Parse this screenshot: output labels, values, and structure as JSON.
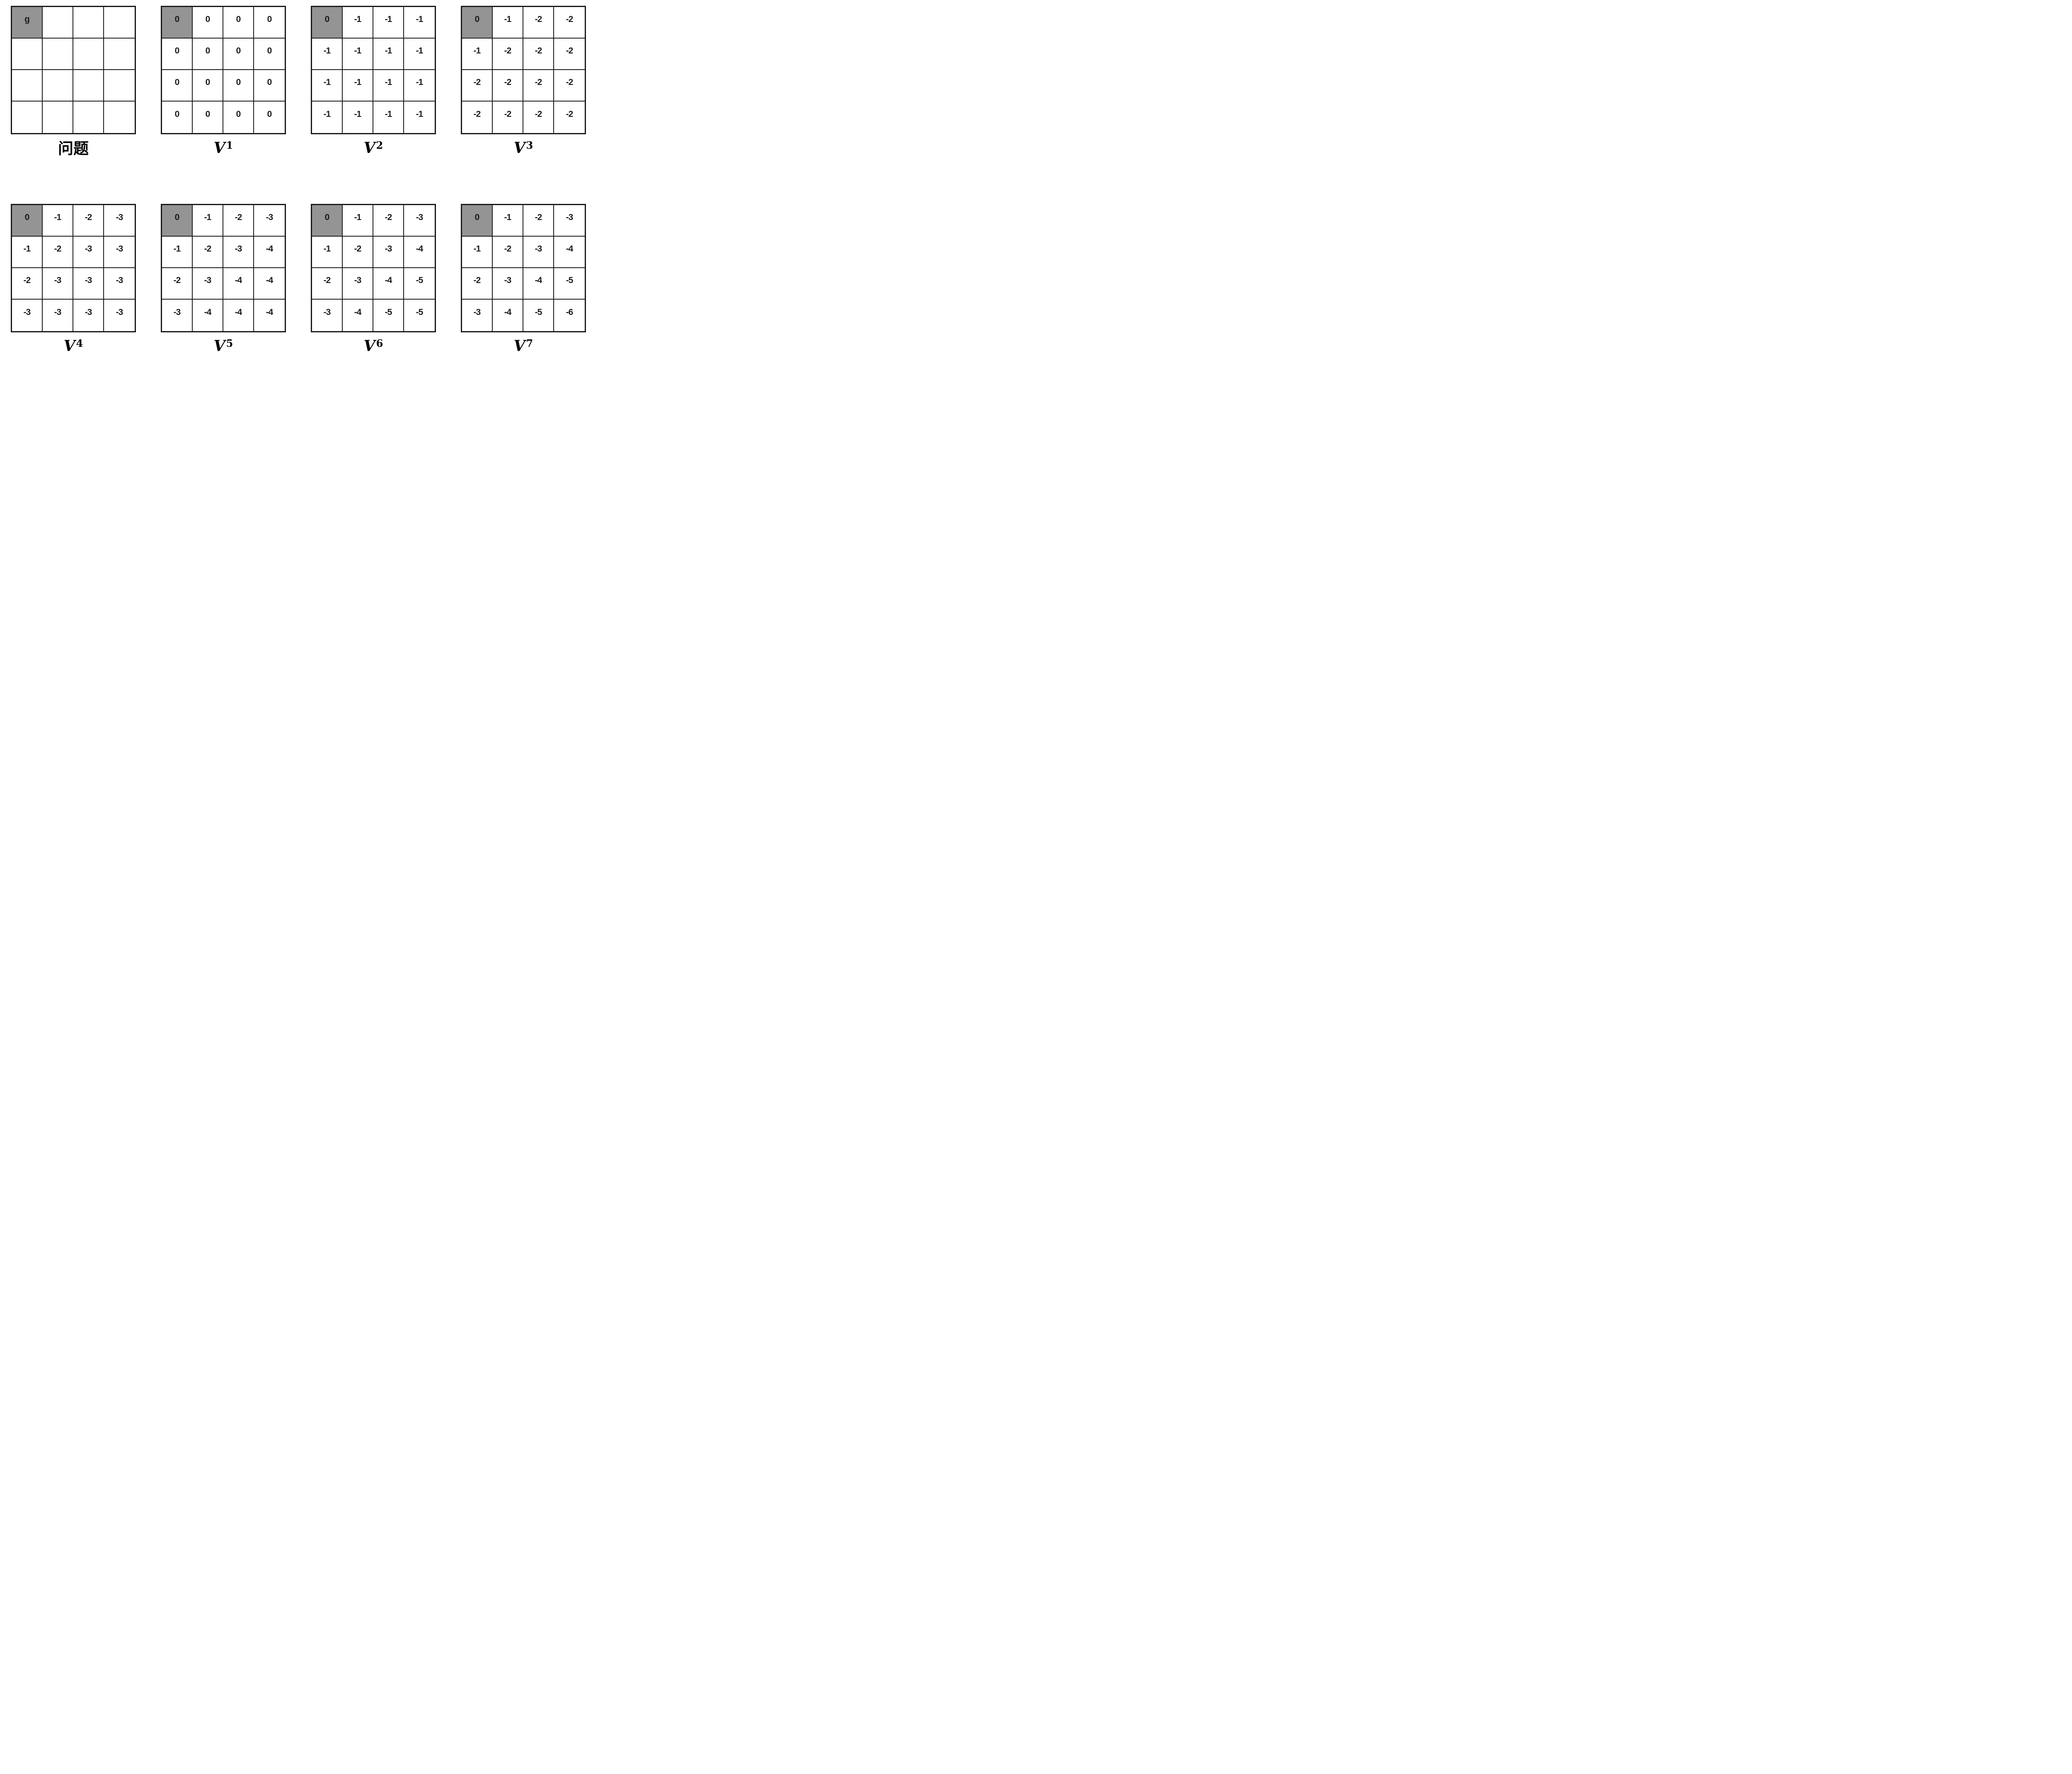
{
  "colors": {
    "goal_fill": "#949494",
    "grid_line": "#1a1a1a",
    "background": "#ffffff",
    "text": "#1a1a1a"
  },
  "goal_cell": {
    "row": 0,
    "col": 0
  },
  "grid_size": {
    "rows": 4,
    "cols": 4
  },
  "rows": [
    [
      "problem",
      "v1",
      "v2",
      "v3"
    ],
    [
      "v4",
      "v5",
      "v6",
      "v7"
    ]
  ],
  "panels": [
    {
      "id": "problem",
      "label": "问题",
      "label_type": "cjk",
      "cells": [
        [
          "g",
          "",
          "",
          ""
        ],
        [
          "",
          "",
          "",
          ""
        ],
        [
          "",
          "",
          "",
          ""
        ],
        [
          "",
          "",
          "",
          ""
        ]
      ]
    },
    {
      "id": "v1",
      "label_base": "V",
      "label_sub": "1",
      "label_type": "math",
      "cells": [
        [
          "0",
          "0",
          "0",
          "0"
        ],
        [
          "0",
          "0",
          "0",
          "0"
        ],
        [
          "0",
          "0",
          "0",
          "0"
        ],
        [
          "0",
          "0",
          "0",
          "0"
        ]
      ]
    },
    {
      "id": "v2",
      "label_base": "V",
      "label_sub": "2",
      "label_type": "math",
      "cells": [
        [
          "0",
          "-1",
          "-1",
          "-1"
        ],
        [
          "-1",
          "-1",
          "-1",
          "-1"
        ],
        [
          "-1",
          "-1",
          "-1",
          "-1"
        ],
        [
          "-1",
          "-1",
          "-1",
          "-1"
        ]
      ]
    },
    {
      "id": "v3",
      "label_base": "V",
      "label_sub": "3",
      "label_type": "math",
      "cells": [
        [
          "0",
          "-1",
          "-2",
          "-2"
        ],
        [
          "-1",
          "-2",
          "-2",
          "-2"
        ],
        [
          "-2",
          "-2",
          "-2",
          "-2"
        ],
        [
          "-2",
          "-2",
          "-2",
          "-2"
        ]
      ]
    },
    {
      "id": "v4",
      "label_base": "V",
      "label_sub": "4",
      "label_type": "math",
      "cells": [
        [
          "0",
          "-1",
          "-2",
          "-3"
        ],
        [
          "-1",
          "-2",
          "-3",
          "-3"
        ],
        [
          "-2",
          "-3",
          "-3",
          "-3"
        ],
        [
          "-3",
          "-3",
          "-3",
          "-3"
        ]
      ]
    },
    {
      "id": "v5",
      "label_base": "V",
      "label_sub": "5",
      "label_type": "math",
      "cells": [
        [
          "0",
          "-1",
          "-2",
          "-3"
        ],
        [
          "-1",
          "-2",
          "-3",
          "-4"
        ],
        [
          "-2",
          "-3",
          "-4",
          "-4"
        ],
        [
          "-3",
          "-4",
          "-4",
          "-4"
        ]
      ]
    },
    {
      "id": "v6",
      "label_base": "V",
      "label_sub": "6",
      "label_type": "math",
      "cells": [
        [
          "0",
          "-1",
          "-2",
          "-3"
        ],
        [
          "-1",
          "-2",
          "-3",
          "-4"
        ],
        [
          "-2",
          "-3",
          "-4",
          "-5"
        ],
        [
          "-3",
          "-4",
          "-5",
          "-5"
        ]
      ]
    },
    {
      "id": "v7",
      "label_base": "V",
      "label_sub": "7",
      "label_type": "math",
      "cells": [
        [
          "0",
          "-1",
          "-2",
          "-3"
        ],
        [
          "-1",
          "-2",
          "-3",
          "-4"
        ],
        [
          "-2",
          "-3",
          "-4",
          "-5"
        ],
        [
          "-3",
          "-4",
          "-5",
          "-6"
        ]
      ]
    }
  ]
}
